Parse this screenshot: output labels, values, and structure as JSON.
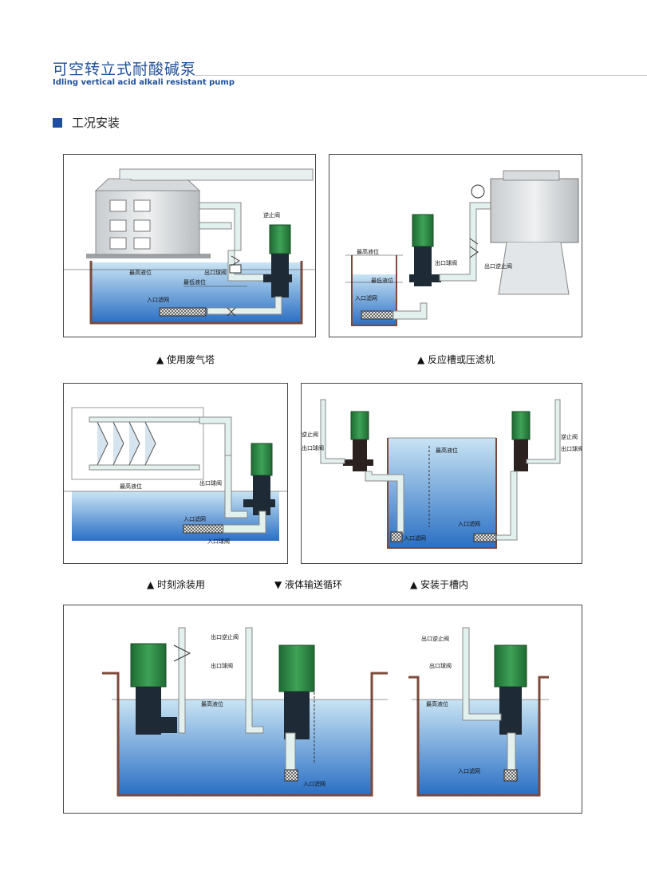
{
  "header": {
    "title_cn": "可空转立式耐酸碱泵",
    "title_en": "Idling vertical acid alkali resistant pump",
    "section": "工况安装"
  },
  "captions": {
    "c1": "▲ 使用废气塔",
    "c2": "▲ 反应槽或压滤机",
    "c3": "▲ 时刻涂装用",
    "c4": "▼ 液体输送循环",
    "c5": "▲ 安装于槽内"
  },
  "labels": {
    "max_level": "最高液位",
    "min_level": "最低液位",
    "inlet_filter": "入口滤网",
    "check_valve": "逆止阀",
    "outlet_ball_valve": "出口球阀",
    "inlet_ball_valve": "入口球阀",
    "outlet_check_valve": "出口逆止阀"
  },
  "colors": {
    "pump_motor": "#2e8a44",
    "pump_body": "#1e2b36",
    "water_top": "#c9e4f4",
    "water_bottom": "#2a6fc4",
    "tank_wall": "#7d4a3a",
    "pipe": "#e3f1ee",
    "title_blue": "#1d4f9a"
  }
}
